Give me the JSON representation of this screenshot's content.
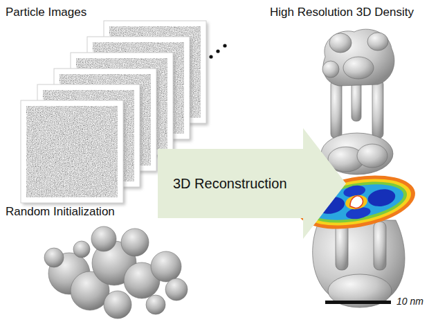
{
  "diagram": {
    "nodes": [
      {
        "text": [
          "3D Reconstruction"
        ]
      }
    ],
    "labels": [
      "Particle Images",
      "High Resolution 3D Density",
      "Random Initialization",
      "10 nm"
    ]
  }
}
